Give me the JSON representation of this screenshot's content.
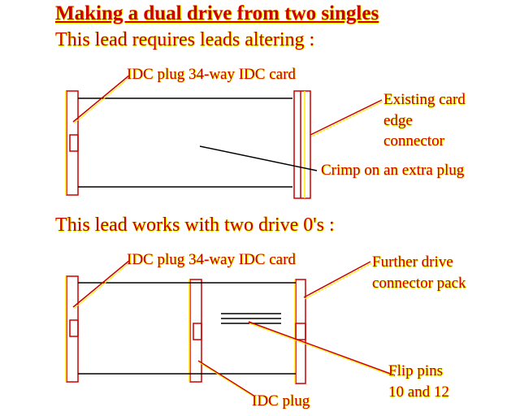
{
  "title": "Making a dual drive from two singles",
  "section1": {
    "heading": "This lead requires leads altering :",
    "label_idc": "IDC plug 34-way IDC card",
    "label_edge": "Existing card edge connector",
    "label_crimp": "Crimp on an extra plug"
  },
  "section2": {
    "heading": "This lead works with two drive 0's :",
    "label_idc": "IDC plug 34-way IDC card",
    "label_connector": "Further drive connector pack",
    "label_idc_plug": "IDC plug",
    "label_flip": "Flip pins 10 and 12"
  },
  "colors": {
    "ink": "#000000",
    "red": "#cc0000",
    "yellow": "#ffee00"
  }
}
